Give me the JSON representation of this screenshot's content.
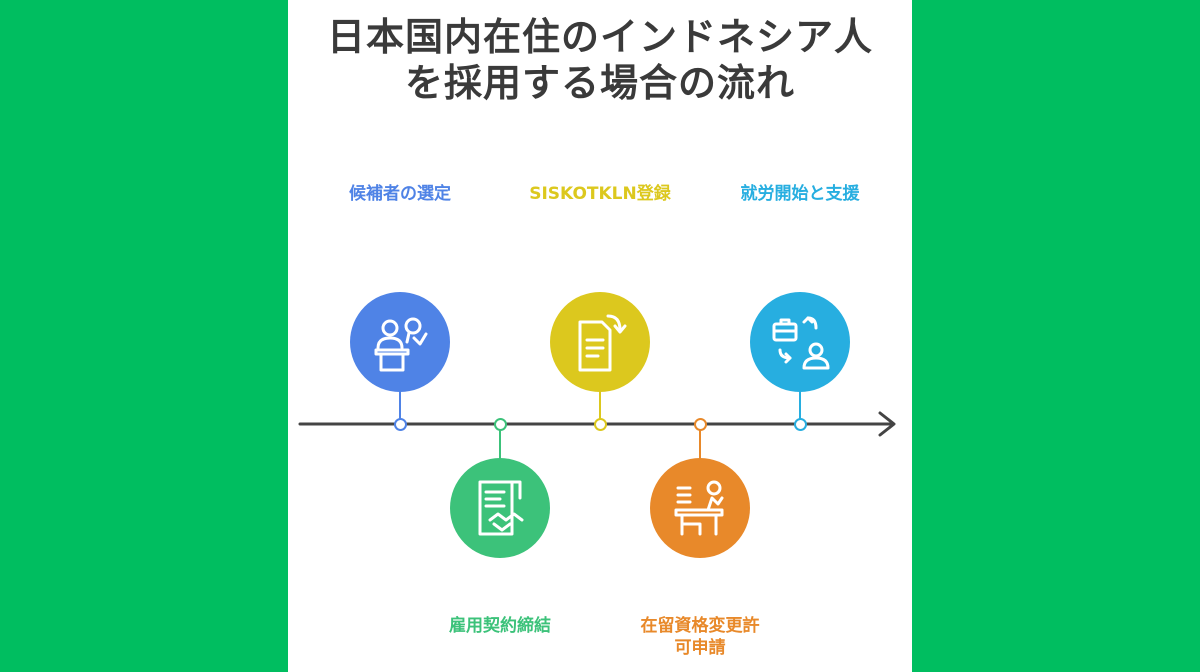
{
  "title": {
    "line1": "日本国内在住のインドネシア人",
    "line2": "を採用する場合の流れ"
  },
  "steps": [
    {
      "line1": "候補者の選定",
      "line2": "",
      "color": "#4f83e6",
      "icon": "interview-icon",
      "position": "above"
    },
    {
      "line1": "雇用契約締結",
      "line2": "",
      "color": "#3cc27a",
      "icon": "contract-handshake-icon",
      "position": "below"
    },
    {
      "line1": "SISKOTKLN登録",
      "line2": "",
      "color": "#dcc81e",
      "icon": "document-register-icon",
      "position": "above"
    },
    {
      "line1": "在留資格変更許",
      "line2": "可申請",
      "color": "#e8892a",
      "icon": "application-desk-icon",
      "position": "below"
    },
    {
      "line1": "就労開始と支援",
      "line2": "",
      "color": "#27aee0",
      "icon": "work-support-icon",
      "position": "above"
    }
  ],
  "colors": {
    "background": "#00be60",
    "panel": "#ffffff",
    "axis": "#444444",
    "title": "#3a3a3a"
  }
}
